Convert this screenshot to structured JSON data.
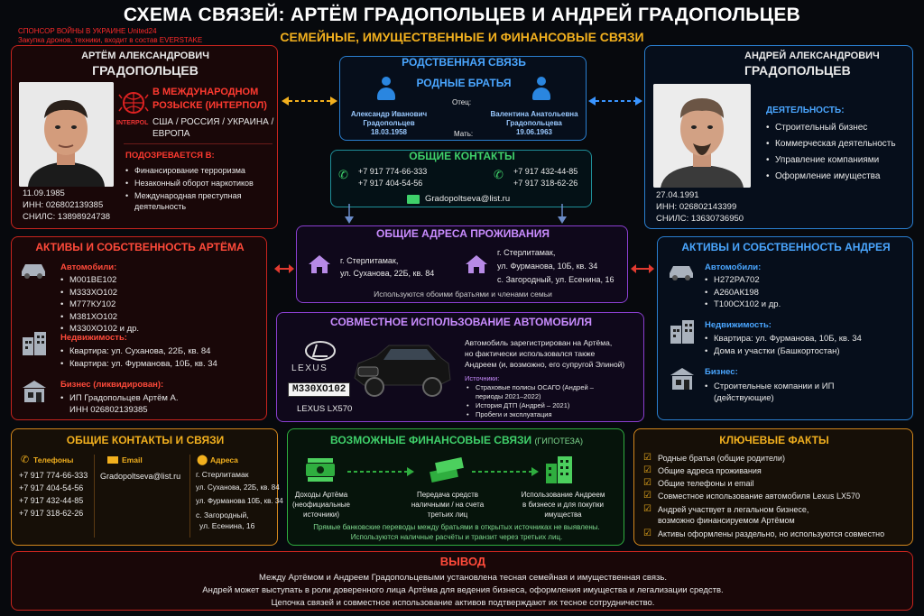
{
  "title": "СХЕМА СВЯЗЕЙ: АРТЁМ ГРАДОПОЛЬЦЕВ И АНДРЕЙ ГРАДОПОЛЬЦЕВ",
  "subtitle": "СЕМЕЙНЫЕ, ИМУЩЕСТВЕННЫЕ И ФИНАНСОВЫЕ СВЯЗИ",
  "sponsor": [
    "СПОНСОР ВОЙНЫ В УКРАИНЕ United24",
    "Закупка дронов, техники, входит в состав EVERSTAKE"
  ],
  "artem": {
    "name1": "АРТЁМ АЛЕКСАНДРОВИЧ",
    "name2": "ГРАДОПОЛЬЦЕВ",
    "wanted": [
      "В МЕЖДУНАРОДНОМ",
      "РОЗЫСКЕ (ИНТЕРПОЛ)"
    ],
    "interpol_label": "INTERPOL",
    "countries": [
      "США / РОССИЯ / УКРАИНА /",
      "ЕВРОПА"
    ],
    "suspected_title": "ПОДОЗРЕВАЕТСЯ В:",
    "suspected": [
      "Финансирование терроризма",
      "Незаконный оборот наркотиков",
      "Международная преступная"
    ],
    "suspected_cont": "деятельность",
    "dob": "11.09.1985",
    "inn": "ИНН: 026802139385",
    "snils": "СНИЛС: 13898924738"
  },
  "andrey": {
    "name1": "АНДРЕЙ АЛЕКСАНДРОВИЧ",
    "name2": "ГРАДОПОЛЬЦЕВ",
    "activity_title": "ДЕЯТЕЛЬНОСТЬ:",
    "activity": [
      "Строительный бизнес",
      "Коммерческая деятельность",
      "Управление компаниями",
      "Оформление имущества"
    ],
    "dob": "27.04.1991",
    "inn": "ИНН: 026802143399",
    "snils": "СНИЛС: 13630736950"
  },
  "kinship": {
    "title": "РОДСТВЕННАЯ СВЯЗЬ",
    "brothers": "РОДНЫЕ БРАТЬЯ",
    "father_label": "Отец:",
    "mother_label": "Мать:",
    "father_name": [
      "Александр Иванович",
      "Градопольцев"
    ],
    "father_date": "18.03.1958",
    "mother_name": [
      "Валентина Анатольевна",
      "Градопольцева"
    ],
    "mother_date": "19.06.1963"
  },
  "contacts": {
    "title": "ОБЩИЕ КОНТАКТЫ",
    "left": [
      "+7 917 774-66-333",
      "+7 917 404-54-56"
    ],
    "right": [
      "+7 917 432-44-85",
      "+7 917 318-62-26"
    ],
    "email": "Gradopoltseva@list.ru"
  },
  "addresses": {
    "title": "ОБЩИЕ АДРЕСА ПРОЖИВАНИЯ",
    "a1": [
      "г. Стерлитамак,",
      "ул. Суханова, 22Б, кв. 84"
    ],
    "a2": [
      "г. Стерлитамак,",
      "ул. Фурманова, 10Б, кв. 34",
      "с. Загородный, ул. Есенина, 16"
    ],
    "note": "Используются обоими братьями и членами семьи"
  },
  "assets_artem": {
    "title": "АКТИВЫ И СОБСТВЕННОСТЬ АРТЁМА",
    "cars_title": "Автомобили:",
    "cars": [
      "М001ВЕ102",
      "М333ХО102",
      "М777КУ102",
      "М381ХО102",
      "М330ХО102 и др."
    ],
    "realty_title": "Недвижимость:",
    "realty": [
      "Квартира: ул. Суханова, 22Б, кв. 84",
      "Квартира: ул. Фурманова, 10Б, кв. 34"
    ],
    "biz_title": "Бизнес (ликвидирован):",
    "biz": [
      "ИП Градопольцев Артём А."
    ],
    "biz_inn": "ИНН 026802139385"
  },
  "assets_andrey": {
    "title": "АКТИВЫ И СОБСТВЕННОСТЬ АНДРЕЯ",
    "cars_title": "Автомобили:",
    "cars": [
      "Н272РА702",
      "А260АК198",
      "Т100СХ102 и др."
    ],
    "realty_title": "Недвижимость:",
    "realty": [
      "Квартира: ул. Фурманова, 10Б, кв. 34",
      "Дома и участки (Башкортостан)"
    ],
    "biz_title": "Бизнес:",
    "biz": [
      "Строительные компании и ИП"
    ],
    "biz_cont": "(действующие)"
  },
  "car": {
    "title": "СОВМЕСТНОЕ ИСПОЛЬЗОВАНИЕ АВТОМОБИЛЯ",
    "brand": "LEXUS",
    "plate": "М330ХО102",
    "model": "LEXUS LX570",
    "desc": [
      "Автомобиль зарегистрирован на Артёма,",
      "но фактически использовался также",
      "Андреем (и, возможно, его супругой Элиной)"
    ],
    "sources_title": "Источники:",
    "sources": [
      "Страховые полисы ОСАГО (Андрей –",
      "История ДТП (Андрей – 2021)",
      "Пробеги и эксплуатация"
    ],
    "sources_cont": "периоды 2021–2022)"
  },
  "shared": {
    "title": "ОБЩИЕ КОНТАКТЫ И СВЯЗИ",
    "phones_title": "Телефоны",
    "phones": [
      "+7 917 774-66-333",
      "+7 917 404-54-56",
      "+7 917 432-44-85",
      "+7 917 318-62-26"
    ],
    "email_title": "Email",
    "email": "Gradopoltseva@list.ru",
    "addr_title": "Адреса",
    "addr": [
      "г. Стерлитамак",
      "ул. Суханова, 22Б, кв. 84",
      "ул. Фурманова 10Б, кв. 34",
      "с. Загородный,",
      "ул. Есенина, 16"
    ]
  },
  "finance": {
    "title": "ВОЗМОЖНЫЕ ФИНАНСОВЫЕ СВЯЗИ",
    "hyp": "(ГИПОТЕЗА)",
    "s1": [
      "Доходы Артёма",
      "(неофициальные",
      "источники)"
    ],
    "s2": [
      "Передача средств",
      "наличными / на счета",
      "третьих лиц"
    ],
    "s3": [
      "Использование Андреем",
      "в бизнесе и для покупки",
      "имущества"
    ],
    "note": [
      "Прямые банковские переводы между братьями в открытых источниках не выявлены.",
      "Используются наличные расчёты и транзит через третьих лиц."
    ]
  },
  "facts": {
    "title": "КЛЮЧЕВЫЕ ФАКТЫ",
    "items": [
      "Родные братья (общие родители)",
      "Общие адреса проживания",
      "Общие телефоны и email",
      "Совместное использование автомобиля Lexus LX570",
      "Андрей участвует в легальном бизнесе,",
      "Активы оформлены раздельно, но используются совместно"
    ],
    "cont": "возможно финансируемом Артёмом"
  },
  "conclusion": {
    "title": "ВЫВОД",
    "lines": [
      "Между Артёмом и Андреем Градопольцевыми установлена тесная семейная и имущественная связь.",
      "Андрей может выступать в роли доверенного лица Артёма для ведения бизнеса, оформления имущества и легализации средств.",
      "Цепочка связей и совместное использование активов подтверждают их тесное сотрудничество."
    ]
  },
  "colors": {
    "red": "#c8241e",
    "blue": "#2a7fd0",
    "gold": "#f2b01e",
    "green": "#2fae3f",
    "purple": "#8a3fd0"
  }
}
